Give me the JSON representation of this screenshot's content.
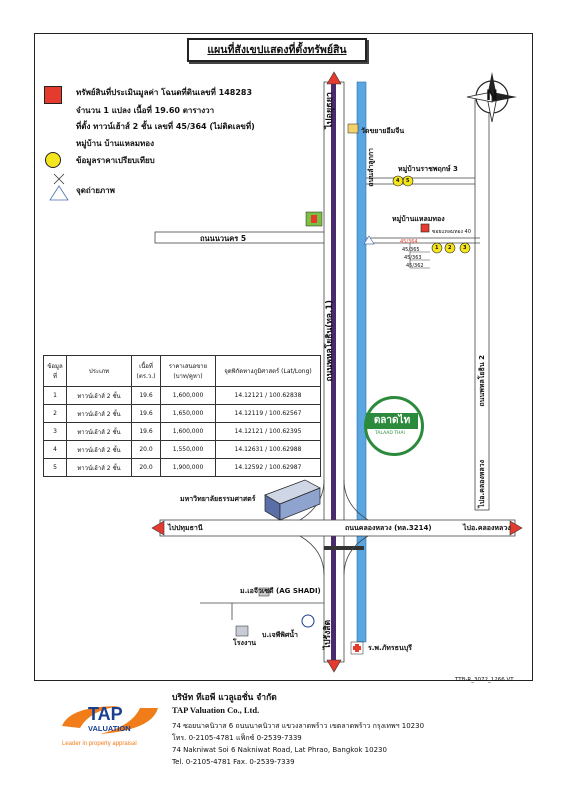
{
  "title": "แผนที่สังเขปแสดงที่ตั้งทรัพย์สิน",
  "legend": {
    "property_line1": "ทรัพย์สินที่ประเมินมูลค่า  โฉนดที่ดินเลขที่ 148283",
    "property_line2": "จำนวน 1 แปลง  เนื้อที่ 19.60 ตารางวา",
    "property_line3": "ที่ตั้ง  ทาวน์เฮ้าส์ 2 ชั้น เลขที่ 45/364 (ไม่ติดเลขที่)",
    "property_line4": "หมู่บ้าน บ้านแหลมทอง",
    "comparable": "ข้อมูลราคาเปรียบเทียบ",
    "photo_point": "จุดถ่ายภาพ"
  },
  "map": {
    "road_top": "ไปอยุธยา",
    "road_bottom": "ไปรังสิต",
    "phahonyothin": "ถนนพหลโยธิน(ทล.1)",
    "lamlukka": "ถนนลำลูกกา",
    "phahonyothin2": "ถนนพหลโยธิน 2",
    "nawanakhon5": "ถนนนวนคร 5",
    "khlong_luang": "ถนนคลองหลวง (ทล.3214)",
    "to_pathum": "ไปปทุมธานี",
    "to_khlong_luang": "ไปอ.คลองหลวง",
    "to_khlong_luang_alt": "ไปอ.คลองหลวง",
    "ratchaphruek": "หมู่บ้านราชพฤกษ์ 3",
    "laemthong": "หมู่บ้านแหลมทอง",
    "wat": "วัดขยายอีมจีน",
    "soi_label": "ซอยแหลมทอง 40",
    "university": "มหาวิทยาลัยธรรมศาสตร์",
    "ag_shadi": "ม.เอจีวเซดี (AG SHADI)",
    "factory": "โรงงาน",
    "thaiben": "บ.เจพีพิศน้ำ",
    "hospital": "ร.พ.ภัทรธนบุรี",
    "market_logo": "ตลาดไท",
    "market_sub": "TALAAD THAI",
    "north": "N",
    "house_labels": [
      "45/365",
      "45/363",
      "45/362"
    ],
    "house_no": "45/364",
    "cmp_marks": [
      "4",
      "5",
      "1",
      "2",
      "3"
    ]
  },
  "table": {
    "headers": [
      "ข้อมูลที่",
      "ประเภท",
      "เนื้อที่ (ตร.ว.)",
      "ราคาเสนอขาย (บาท/คูหา)",
      "จุดพิกัดทางภูมิศาสตร์ (Lat/Long)"
    ],
    "rows": [
      [
        "1",
        "ทาวน์เฮ้าส์ 2 ชั้น",
        "19.6",
        "1,600,000",
        "14.12121 / 100.62838"
      ],
      [
        "2",
        "ทาวน์เฮ้าส์ 2 ชั้น",
        "19.6",
        "1,650,000",
        "14.12119 / 100.62567"
      ],
      [
        "3",
        "ทาวน์เฮ้าส์ 2 ชั้น",
        "19.6",
        "1,600,000",
        "14.12121 / 100.62395"
      ],
      [
        "4",
        "ทาวน์เฮ้าส์ 2 ชั้น",
        "20.0",
        "1,550,000",
        "14.12631 / 100.62988"
      ],
      [
        "5",
        "ทาวน์เฮ้าส์ 2 ชั้น",
        "20.0",
        "1,900,000",
        "14.12592 / 100.62987"
      ]
    ]
  },
  "ref_code": "TTB-R_3072_1266.VT",
  "footer": {
    "logo_text": "TAP",
    "logo_sub": "VALUATION",
    "tagline": "Leader in property appraisal",
    "company_th": "บริษัท ทีเอพี แวลูเอชั่น จำกัด",
    "company_en": "TAP Valuation Co., Ltd.",
    "addr_th": "74 ซอยนาคนิวาส 6 ถนนนาคนิวาส แขวงลาดพร้าว เขตลาดพร้าว กรุงเทพฯ 10230",
    "tel_th": "โทร. 0-2105-4781 แฟ็กซ์ 0-2539-7339",
    "addr_en": "74 Nakniwat Soi 6 Nakniwat Road, Lat Phrao, Bangkok 10230",
    "tel_en": "Tel. 0-2105-4781 Fax. 0-2539-7339"
  },
  "colors": {
    "property": "#e53b2e",
    "comparable": "#f5e51d",
    "main_road": "#4a2a6e",
    "lamlukka_road": "#5aa6e0",
    "green": "#2c8a3d",
    "logo_blue": "#1a3f8f",
    "logo_orange": "#f07d1a"
  }
}
